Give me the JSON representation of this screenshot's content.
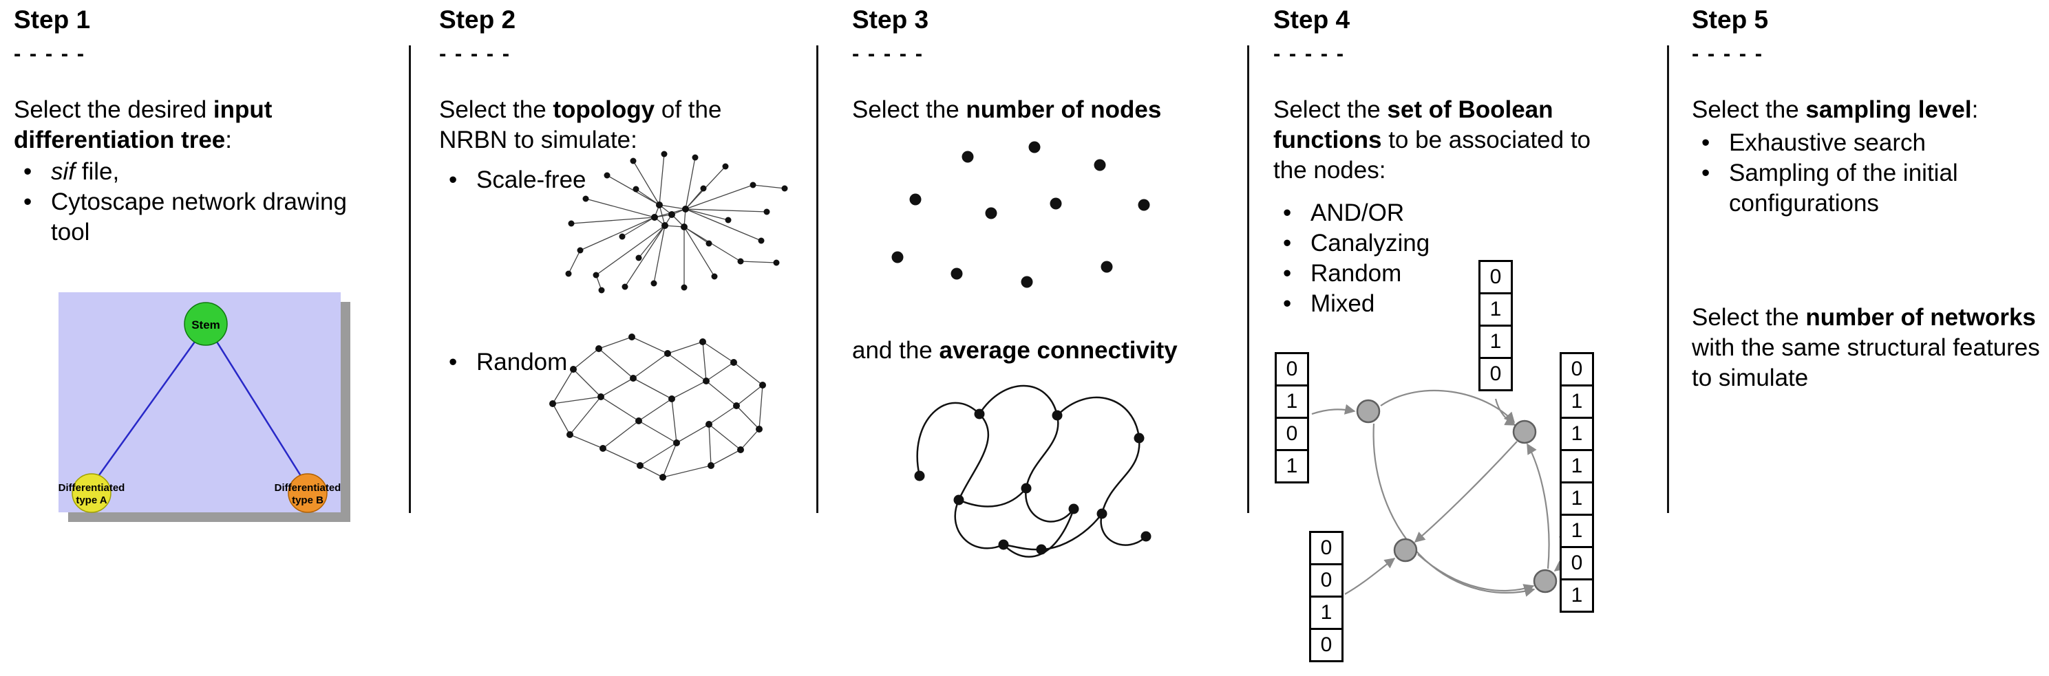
{
  "figure": {
    "dashes": "- - - - -"
  },
  "step1": {
    "title": "Step 1",
    "intro": {
      "pre": "Select the desired ",
      "bold": "input differentiation tree",
      "post": ":"
    },
    "bullet1": {
      "italic": "sif",
      "rest": " file,"
    },
    "bullet2": "Cytoscape network drawing tool",
    "tree": {
      "root_label": "Stem",
      "left_label_line1": "Differentiated",
      "left_label_line2": "type A",
      "right_label_line1": "Differentiated",
      "right_label_line2": "type B",
      "panel_color": "#c9c9f7",
      "root_color": "#33cc33",
      "type_a_color": "#e8e332",
      "type_b_color": "#ef9229"
    }
  },
  "step2": {
    "title": "Step 2",
    "intro": {
      "pre": "Select the ",
      "bold": "topology",
      "post": " of the NRBN to simulate:"
    },
    "bullet1": "Scale-free",
    "bullet2": "Random"
  },
  "step3": {
    "title": "Step 3",
    "intro": {
      "pre": "Select the ",
      "bold": "number of nodes"
    },
    "second": {
      "pre": "and the ",
      "bold": "average connectivity"
    }
  },
  "step4": {
    "title": "Step 4",
    "intro": {
      "pre": "Select the ",
      "bold": "set of Boolean functions",
      "post": " to be associated to the nodes:"
    },
    "bullets": [
      "AND/OR",
      "Canalyzing",
      "Random",
      "Mixed"
    ],
    "truth_tables": {
      "left": [
        "0",
        "1",
        "0",
        "1"
      ],
      "top": [
        "0",
        "1",
        "1",
        "0"
      ],
      "bottom": [
        "0",
        "0",
        "1",
        "0"
      ],
      "right": [
        "0",
        "1",
        "1",
        "1",
        "1",
        "1",
        "0",
        "1"
      ]
    }
  },
  "step5": {
    "title": "Step 5",
    "intro": {
      "pre": "Select the ",
      "bold": "sampling level",
      "post": ":"
    },
    "bullet1": "Exhaustive search",
    "bullet2": "Sampling of the initial configurations",
    "second": {
      "pre": "Select the ",
      "bold": "number of networks",
      "post": " with the same structural features to simulate"
    }
  }
}
